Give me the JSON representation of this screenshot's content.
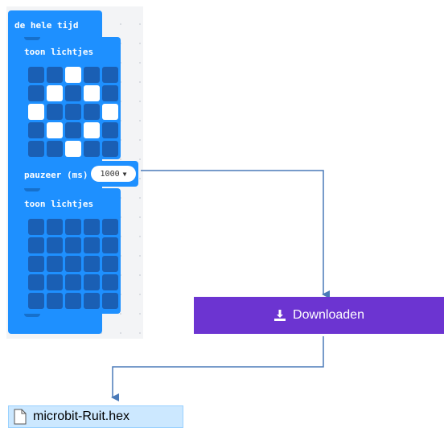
{
  "workspace": {
    "forever_label": "de hele tijd",
    "show_leds_1_label": "toon lichtjes",
    "pause_label": "pauzeer (ms)",
    "pause_value": "1000",
    "show_leds_2_label": "toon lichtjes"
  },
  "leds_1": [
    [
      0,
      0,
      1,
      0,
      0
    ],
    [
      0,
      1,
      0,
      1,
      0
    ],
    [
      1,
      0,
      0,
      0,
      1
    ],
    [
      0,
      1,
      0,
      1,
      0
    ],
    [
      0,
      0,
      1,
      0,
      0
    ]
  ],
  "leds_2": [
    [
      0,
      0,
      0,
      0,
      0
    ],
    [
      0,
      0,
      0,
      0,
      0
    ],
    [
      0,
      0,
      0,
      0,
      0
    ],
    [
      0,
      0,
      0,
      0,
      0
    ],
    [
      0,
      0,
      0,
      0,
      0
    ]
  ],
  "download": {
    "label": "Downloaden",
    "icon": "download-icon"
  },
  "file": {
    "name": "microbit-Ruit.hex",
    "icon": "file-icon"
  },
  "colors": {
    "block_blue": "#1e90ff",
    "led_off": "#1a5fb4",
    "led_on": "#ffffff",
    "download_purple": "#6c34d1",
    "arrow_blue": "#4a7ab8",
    "file_highlight": "#cce8ff"
  }
}
